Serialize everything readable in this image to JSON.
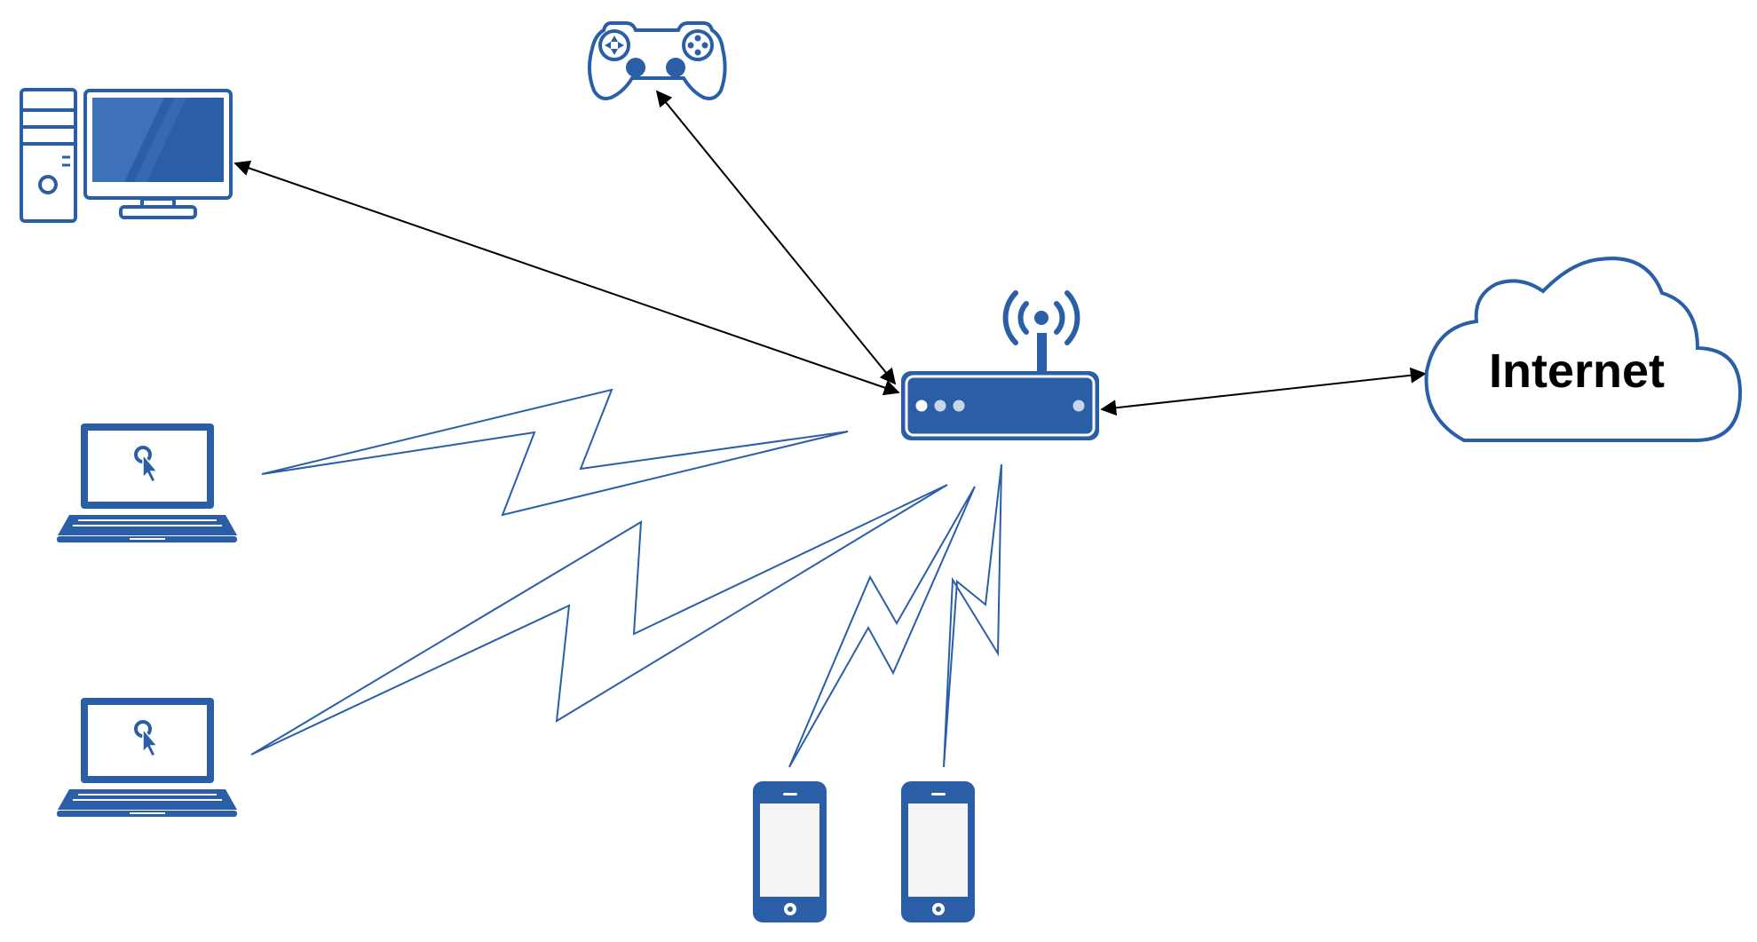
{
  "colors": {
    "device_blue": "#2a5fa8",
    "device_outline": "#2a5fa8",
    "screen_light": "#f4f4f4",
    "arrow": "#000000",
    "background": "#ffffff"
  },
  "nodes": {
    "desktop": {
      "icon": "desktop-computer-icon"
    },
    "gamepad": {
      "icon": "gamepad-icon"
    },
    "router": {
      "icon": "wifi-router-icon"
    },
    "cloud": {
      "icon": "cloud-icon",
      "label": "Internet"
    },
    "laptop_1": {
      "icon": "laptop-icon"
    },
    "laptop_2": {
      "icon": "laptop-icon"
    },
    "phone_1": {
      "icon": "smartphone-icon"
    },
    "phone_2": {
      "icon": "smartphone-icon"
    }
  },
  "connections": [
    {
      "from": "router",
      "to": "desktop",
      "style": "wired-bidirectional"
    },
    {
      "from": "router",
      "to": "gamepad",
      "style": "wired-bidirectional"
    },
    {
      "from": "router",
      "to": "cloud",
      "style": "wired-bidirectional"
    },
    {
      "from": "router",
      "to": "laptop_1",
      "style": "wireless"
    },
    {
      "from": "router",
      "to": "laptop_2",
      "style": "wireless"
    },
    {
      "from": "router",
      "to": "phone_1",
      "style": "wireless"
    },
    {
      "from": "router",
      "to": "phone_2",
      "style": "wireless"
    }
  ]
}
